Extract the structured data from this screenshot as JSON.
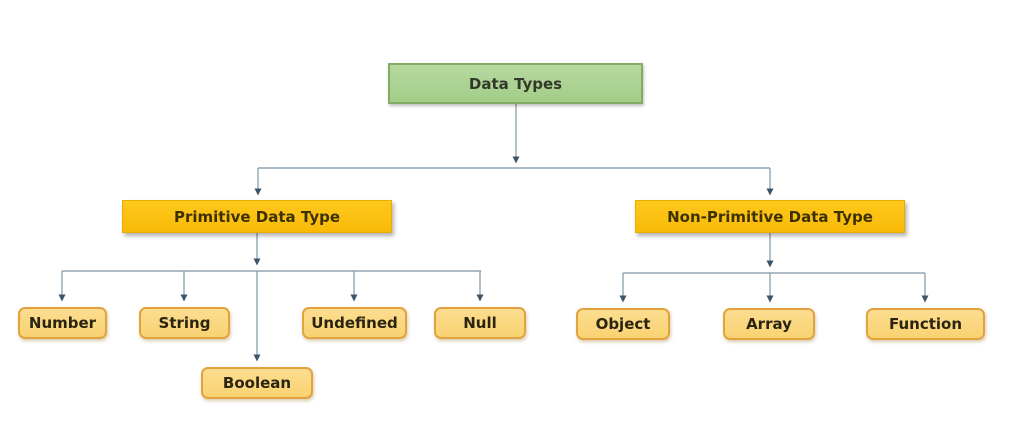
{
  "diagram": {
    "title": "Data Types hierarchy",
    "type": "tree",
    "hierarchy": {
      "label": "Data Types",
      "children": [
        {
          "label": "Primitive Data Type",
          "children": [
            "Number",
            "String",
            "Boolean",
            "Undefined",
            "Null"
          ]
        },
        {
          "label": "Non-Primitive Data Type",
          "children": [
            "Object",
            "Array",
            "Function"
          ]
        }
      ]
    }
  },
  "nodes": {
    "root": "Data Types",
    "primitive": "Primitive Data Type",
    "non_primitive": "Non-Primitive Data Type",
    "number": "Number",
    "string": "String",
    "boolean": "Boolean",
    "undefined": "Undefined",
    "null": "Null",
    "object": "Object",
    "array": "Array",
    "function": "Function"
  },
  "colors": {
    "root_fill": "#a9d18e",
    "root_border": "#84ab64",
    "branch_fill": "#fcbf0a",
    "leaf_fill": "#fbd87f",
    "leaf_border": "#e2a33f",
    "connector_line": "#7e95a6",
    "arrowhead": "#3d556a",
    "background": "#ffffff"
  }
}
